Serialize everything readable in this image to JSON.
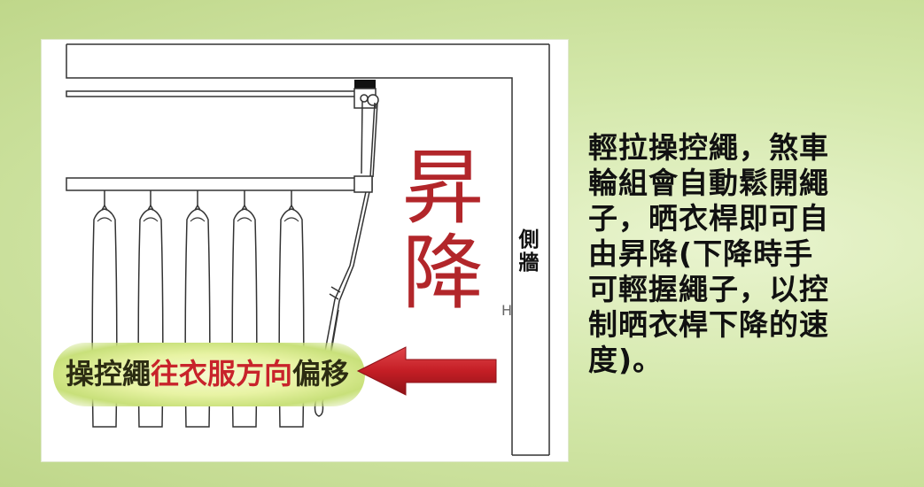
{
  "lift_label_line1": "昇",
  "lift_label_line2": "降",
  "wall_label_line1": "側",
  "wall_label_line2": "牆",
  "banner": {
    "part1": "操控繩",
    "part2": "往衣服方向",
    "part3": "偏移"
  },
  "description_lines": [
    "輕拉操控繩，煞車",
    "輪組會自動鬆開繩",
    "子，晒衣桿即可自",
    "由昇降(下降時手",
    "可輕握繩子，以控",
    "制晒衣桿下降的速",
    "度)。"
  ],
  "colors": {
    "background": "#c5dc95",
    "title_red": "#b2262a",
    "banner_red": "#c8232b",
    "arrow_red": "#c41e25"
  }
}
